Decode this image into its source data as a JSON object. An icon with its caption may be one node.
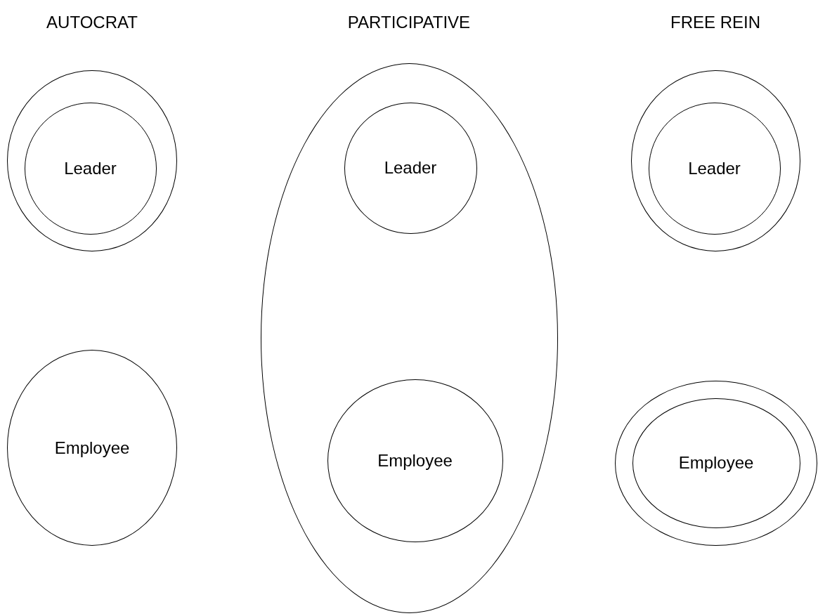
{
  "diagram": {
    "nodes": [
      {
        "text": [],
        "shape": "circle"
      },
      {
        "text": [
          "Leader"
        ],
        "in": 0
      },
      {
        "text": [
          "Employee"
        ]
      },
      {
        "text": [],
        "shape": "circle"
      },
      {
        "text": [
          "Leader"
        ],
        "in": 3
      },
      {
        "text": [
          "Employee"
        ],
        "in": 3
      },
      {
        "text": [],
        "shape": "circle"
      },
      {
        "text": [
          "Leader"
        ],
        "in": 6
      },
      {
        "text": [],
        "shape": "circle"
      },
      {
        "text": [
          "Employee"
        ],
        "in": 8
      }
    ],
    "edges": [],
    "labels": [
      "AUTOCRAT",
      "PARTICIPATIVE",
      "FREE REIN"
    ]
  }
}
